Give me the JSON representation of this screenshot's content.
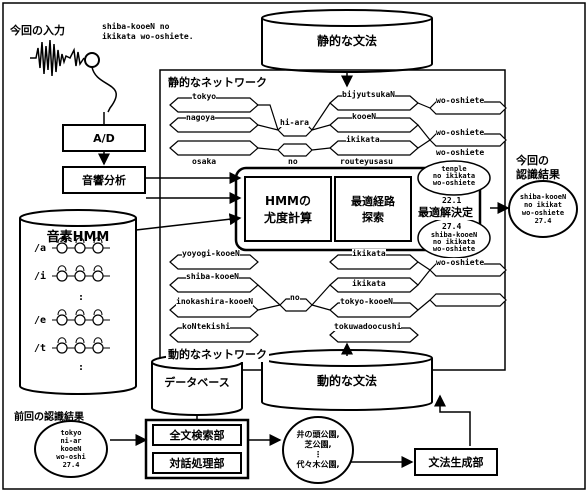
{
  "input": {
    "title": "今回の入力",
    "text_line1": "shiba-kooeN no",
    "text_line2": "ikikata wo-oshiete."
  },
  "static_grammar": "静的な文法",
  "static_network": "静的なネットワーク",
  "dynamic_network": "動的なネットワーク",
  "dynamic_grammar": "動的な文法",
  "ad": "A/D",
  "acoustic": "音響分析",
  "hmm_calc_line1": "HMMの",
  "hmm_calc_line2": "尤度計算",
  "best_path_line1": "最適経路",
  "best_path_line2": "探索",
  "best_decision": "最適解決定",
  "phoneme_hmm": {
    "title": "音素HMM",
    "rows": [
      "/a",
      "/i",
      "/e",
      "/t"
    ],
    "dots": [
      ":",
      ":"
    ]
  },
  "static_words": {
    "top": [
      "tokyo",
      "bijyutsukaN",
      "wo-oshiete"
    ],
    "mid1": [
      "nagoya",
      "hi-ara",
      "kooeN",
      "wo-oshiete"
    ],
    "mid2": [
      "osaka",
      "no",
      "ikikata"
    ],
    "bot": [
      "routeyusasu",
      "wo-oshiete"
    ]
  },
  "dynamic_words": {
    "top": [
      "yoyogi-kooeN",
      "ikikata",
      "wo-oshiete"
    ],
    "mid1": [
      "shiba-kooeN",
      "no",
      "ikikata"
    ],
    "mid2": [
      "inokashira-kooeN",
      "tokyo-kooeN"
    ],
    "bot": [
      "koNtekishi",
      "tokuwadoocushi"
    ]
  },
  "candidates": [
    {
      "lines": [
        "tenple",
        "no ikikata",
        "wo-oshiete"
      ],
      "score": "22.1"
    },
    {
      "lines": [
        "shiba-kooeN",
        "no ikikata",
        "wo-oshiete"
      ],
      "score": "27.4"
    }
  ],
  "result": {
    "title_line1": "今回の",
    "title_line2": "認識結果",
    "lines": [
      "shiba-kooeN",
      "no ikikat",
      "wo-oshiete"
    ],
    "score": "27.4"
  },
  "prev_result": {
    "title": "前回の認識結果",
    "lines": [
      "tokyo",
      "ni-ar",
      "kooeN",
      "wo-oshi"
    ],
    "score": "27.4"
  },
  "database": "データベース",
  "fulltext": "全文検索部",
  "dialog": "対話処理部",
  "park_list": {
    "line1": "井の頭公園,",
    "line2": "芝公園,",
    "line3": "代々木公園,"
  },
  "grammar_gen": "文法生成部"
}
